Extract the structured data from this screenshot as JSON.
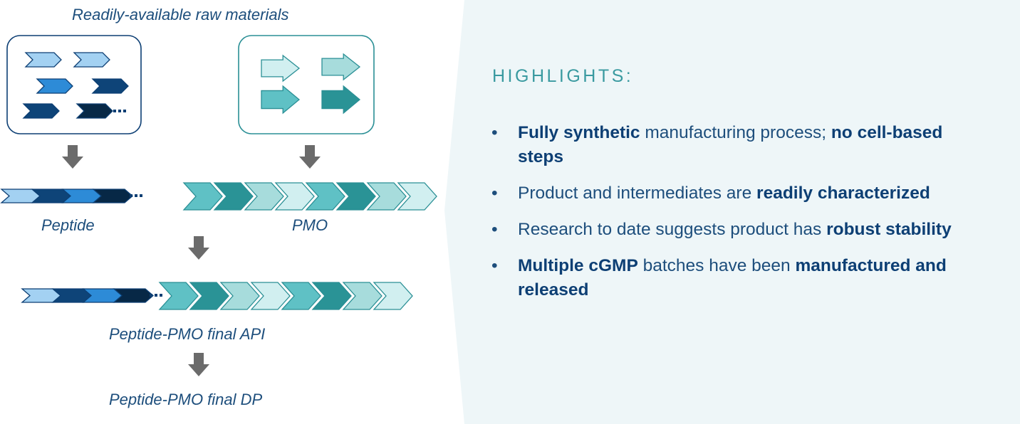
{
  "colors": {
    "panel": "#eef6f8",
    "navy": "#0d3f74",
    "text": "#1d4e7c",
    "teal_title": "#3a9aa0",
    "pep_dark": "#0e4478",
    "pep_mid": "#2d8bd7",
    "pep_light": "#a3d1f2",
    "pep_darkest": "#072846",
    "pmo_dark": "#2a9396",
    "pmo_mid": "#5fc1c5",
    "pmo_light": "#a7dcdc",
    "pmo_pale": "#d1eff0",
    "arrow_gray": "#6b6b6b"
  },
  "diagram": {
    "raw_materials_caption": "Readily-available raw materials",
    "peptide_caption": "Peptide",
    "pmo_caption": "PMO",
    "api_caption": "Peptide-PMO final API",
    "dp_caption": "Peptide-PMO final DP"
  },
  "highlights": {
    "title": "HIGHLIGHTS:",
    "bullet": "•",
    "items": [
      {
        "parts": [
          {
            "text": "Fully synthetic",
            "bold": true
          },
          {
            "text": " manufacturing process; ",
            "bold": false
          },
          {
            "text": "no cell-based steps",
            "bold": true
          }
        ]
      },
      {
        "parts": [
          {
            "text": "Product and intermediates are ",
            "bold": false
          },
          {
            "text": "readily characterized",
            "bold": true
          }
        ]
      },
      {
        "parts": [
          {
            "text": "Research to date suggests product has ",
            "bold": false
          },
          {
            "text": "robust stability",
            "bold": true
          }
        ]
      },
      {
        "parts": [
          {
            "text": "Multiple cGMP",
            "bold": true
          },
          {
            "text": " batches have been ",
            "bold": false
          },
          {
            "text": "manufactured and released",
            "bold": true
          }
        ]
      }
    ]
  }
}
